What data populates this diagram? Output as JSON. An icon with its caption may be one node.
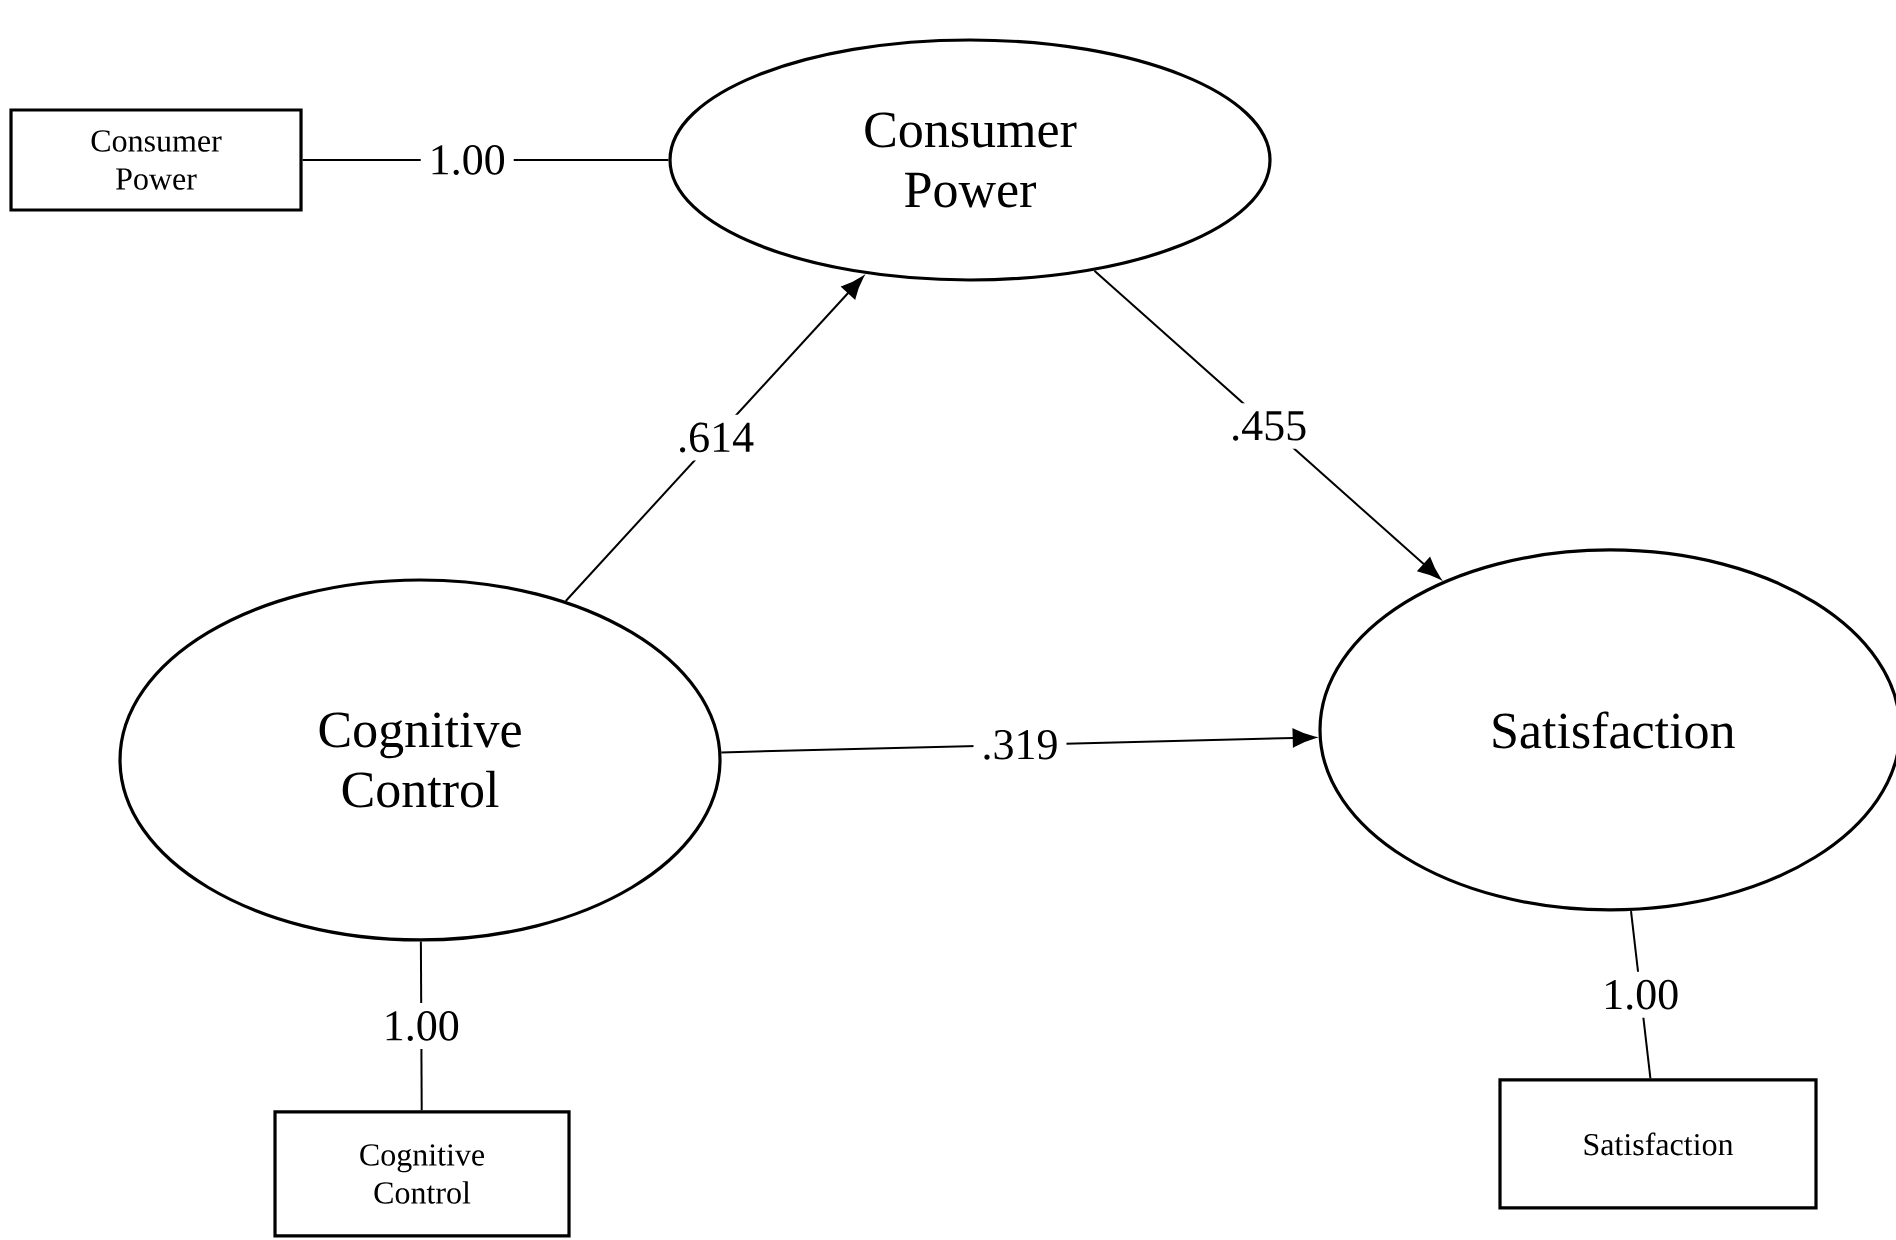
{
  "diagram": {
    "nodes": [
      {
        "text": [
          "Consumer Power"
        ]
      },
      {
        "text": [
          "Consumer Power"
        ]
      },
      {
        "text": [
          "Cognitive Control"
        ]
      },
      {
        "text": [
          "Satisfaction"
        ]
      },
      {
        "text": [
          "Cognitive Control"
        ]
      },
      {
        "text": [
          "Satisfaction"
        ]
      }
    ],
    "edges": [
      {
        "from": 0,
        "to": 1,
        "arrow": "none",
        "label": "1.00"
      },
      {
        "from": 2,
        "to": 1,
        "arrow": "to",
        "label": ".614"
      },
      {
        "from": 1,
        "to": 3,
        "arrow": "to",
        "label": ".455"
      },
      {
        "from": 2,
        "to": 3,
        "arrow": "to",
        "label": ".319"
      },
      {
        "from": 2,
        "to": 4,
        "arrow": "none",
        "label": "1.00"
      },
      {
        "from": 3,
        "to": 5,
        "arrow": "none",
        "label": "1.00"
      }
    ]
  }
}
